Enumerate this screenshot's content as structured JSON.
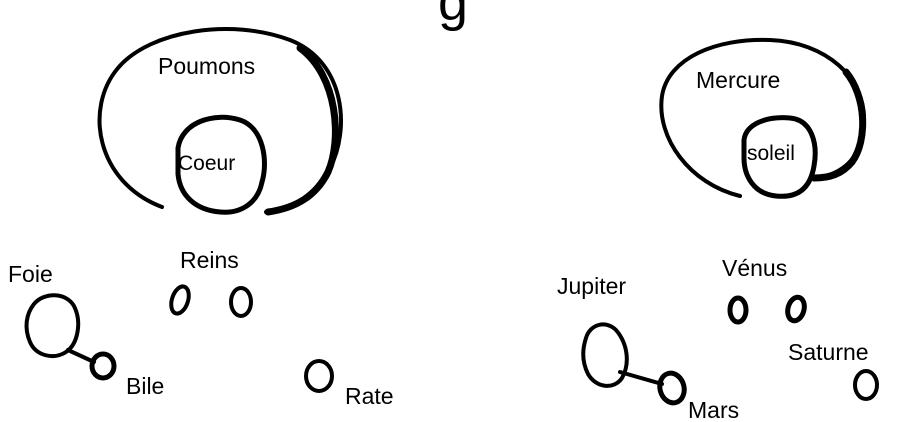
{
  "header_fragment": "g",
  "left_diagram": {
    "outer_organ": "Poumons",
    "inner_organ": "Coeur",
    "liver": "Foie",
    "bile": "Bile",
    "kidneys": "Reins",
    "spleen": "Rate"
  },
  "right_diagram": {
    "outer_body": "Mercure",
    "inner_body": "soleil",
    "jupiter": "Jupiter",
    "mars": "Mars",
    "venus": "Vénus",
    "saturne": "Saturne"
  }
}
